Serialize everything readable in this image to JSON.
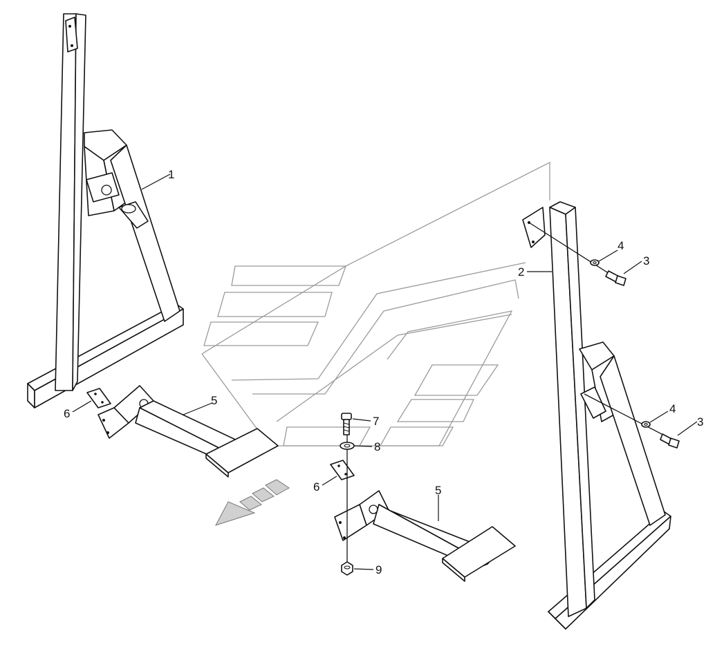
{
  "callouts": [
    {
      "id": "c1",
      "text": "1"
    },
    {
      "id": "c2",
      "text": "2"
    },
    {
      "id": "c3a",
      "text": "3"
    },
    {
      "id": "c4a",
      "text": "4"
    },
    {
      "id": "c3b",
      "text": "3"
    },
    {
      "id": "c4b",
      "text": "4"
    },
    {
      "id": "c5a",
      "text": "5"
    },
    {
      "id": "c6a",
      "text": "6"
    },
    {
      "id": "c5b",
      "text": "5"
    },
    {
      "id": "c6b",
      "text": "6"
    },
    {
      "id": "c7",
      "text": "7"
    },
    {
      "id": "c8",
      "text": "8"
    },
    {
      "id": "c9",
      "text": "9"
    }
  ],
  "colors": {
    "line": "#111111",
    "watermark": "#9a9a9a",
    "direction_arrow": "#d0d0d0"
  },
  "icons": [
    "direction-arrow-icon",
    "watermark-logo"
  ]
}
